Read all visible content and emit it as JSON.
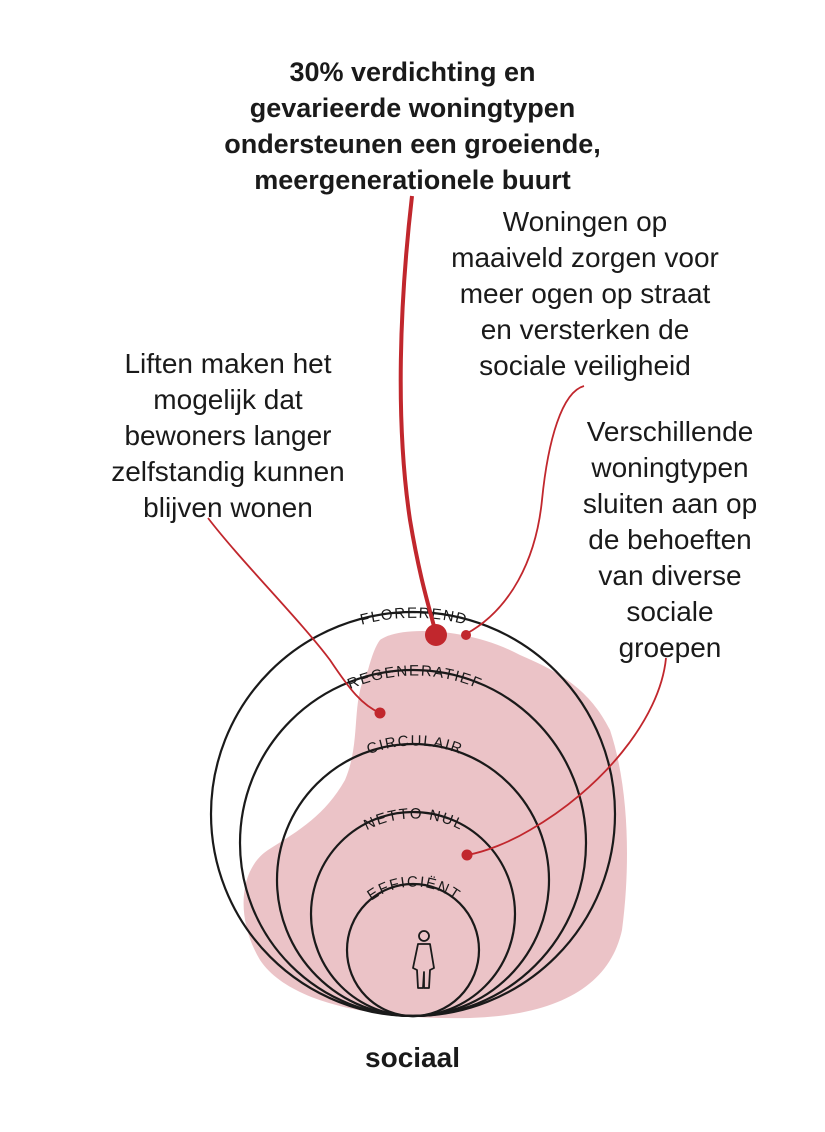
{
  "headline": [
    "30% verdichting en",
    "gevarieerde woningtypen",
    "ondersteunen een groeiende,",
    "meergenerationele buurt"
  ],
  "annotations": {
    "woningen": [
      "Woningen op",
      "maaiveld zorgen voor",
      "meer ogen op straat",
      "en versterken de",
      "sociale veiligheid"
    ],
    "liften": [
      "Liften maken het",
      "mogelijk dat",
      "bewoners langer",
      "zelfstandig kunnen",
      "blijven wonen"
    ],
    "verschillende": [
      "Verschillende",
      "woningtypen",
      "sluiten aan op",
      "de behoeften",
      "van diverse",
      "sociale",
      "groepen"
    ]
  },
  "rings": {
    "florerend": "FLOREREND",
    "regeneratief": "REGENERATIEF",
    "circulair": "CIRCULAIR",
    "netto_nul": "NETTO NUL",
    "efficient": "EFFICIËNT"
  },
  "footer": "sociaal",
  "colors": {
    "accent": "#c1272d",
    "blob": "#e8b8bd",
    "ink": "#1a1a1a"
  },
  "icons": {
    "person": "person-icon"
  }
}
